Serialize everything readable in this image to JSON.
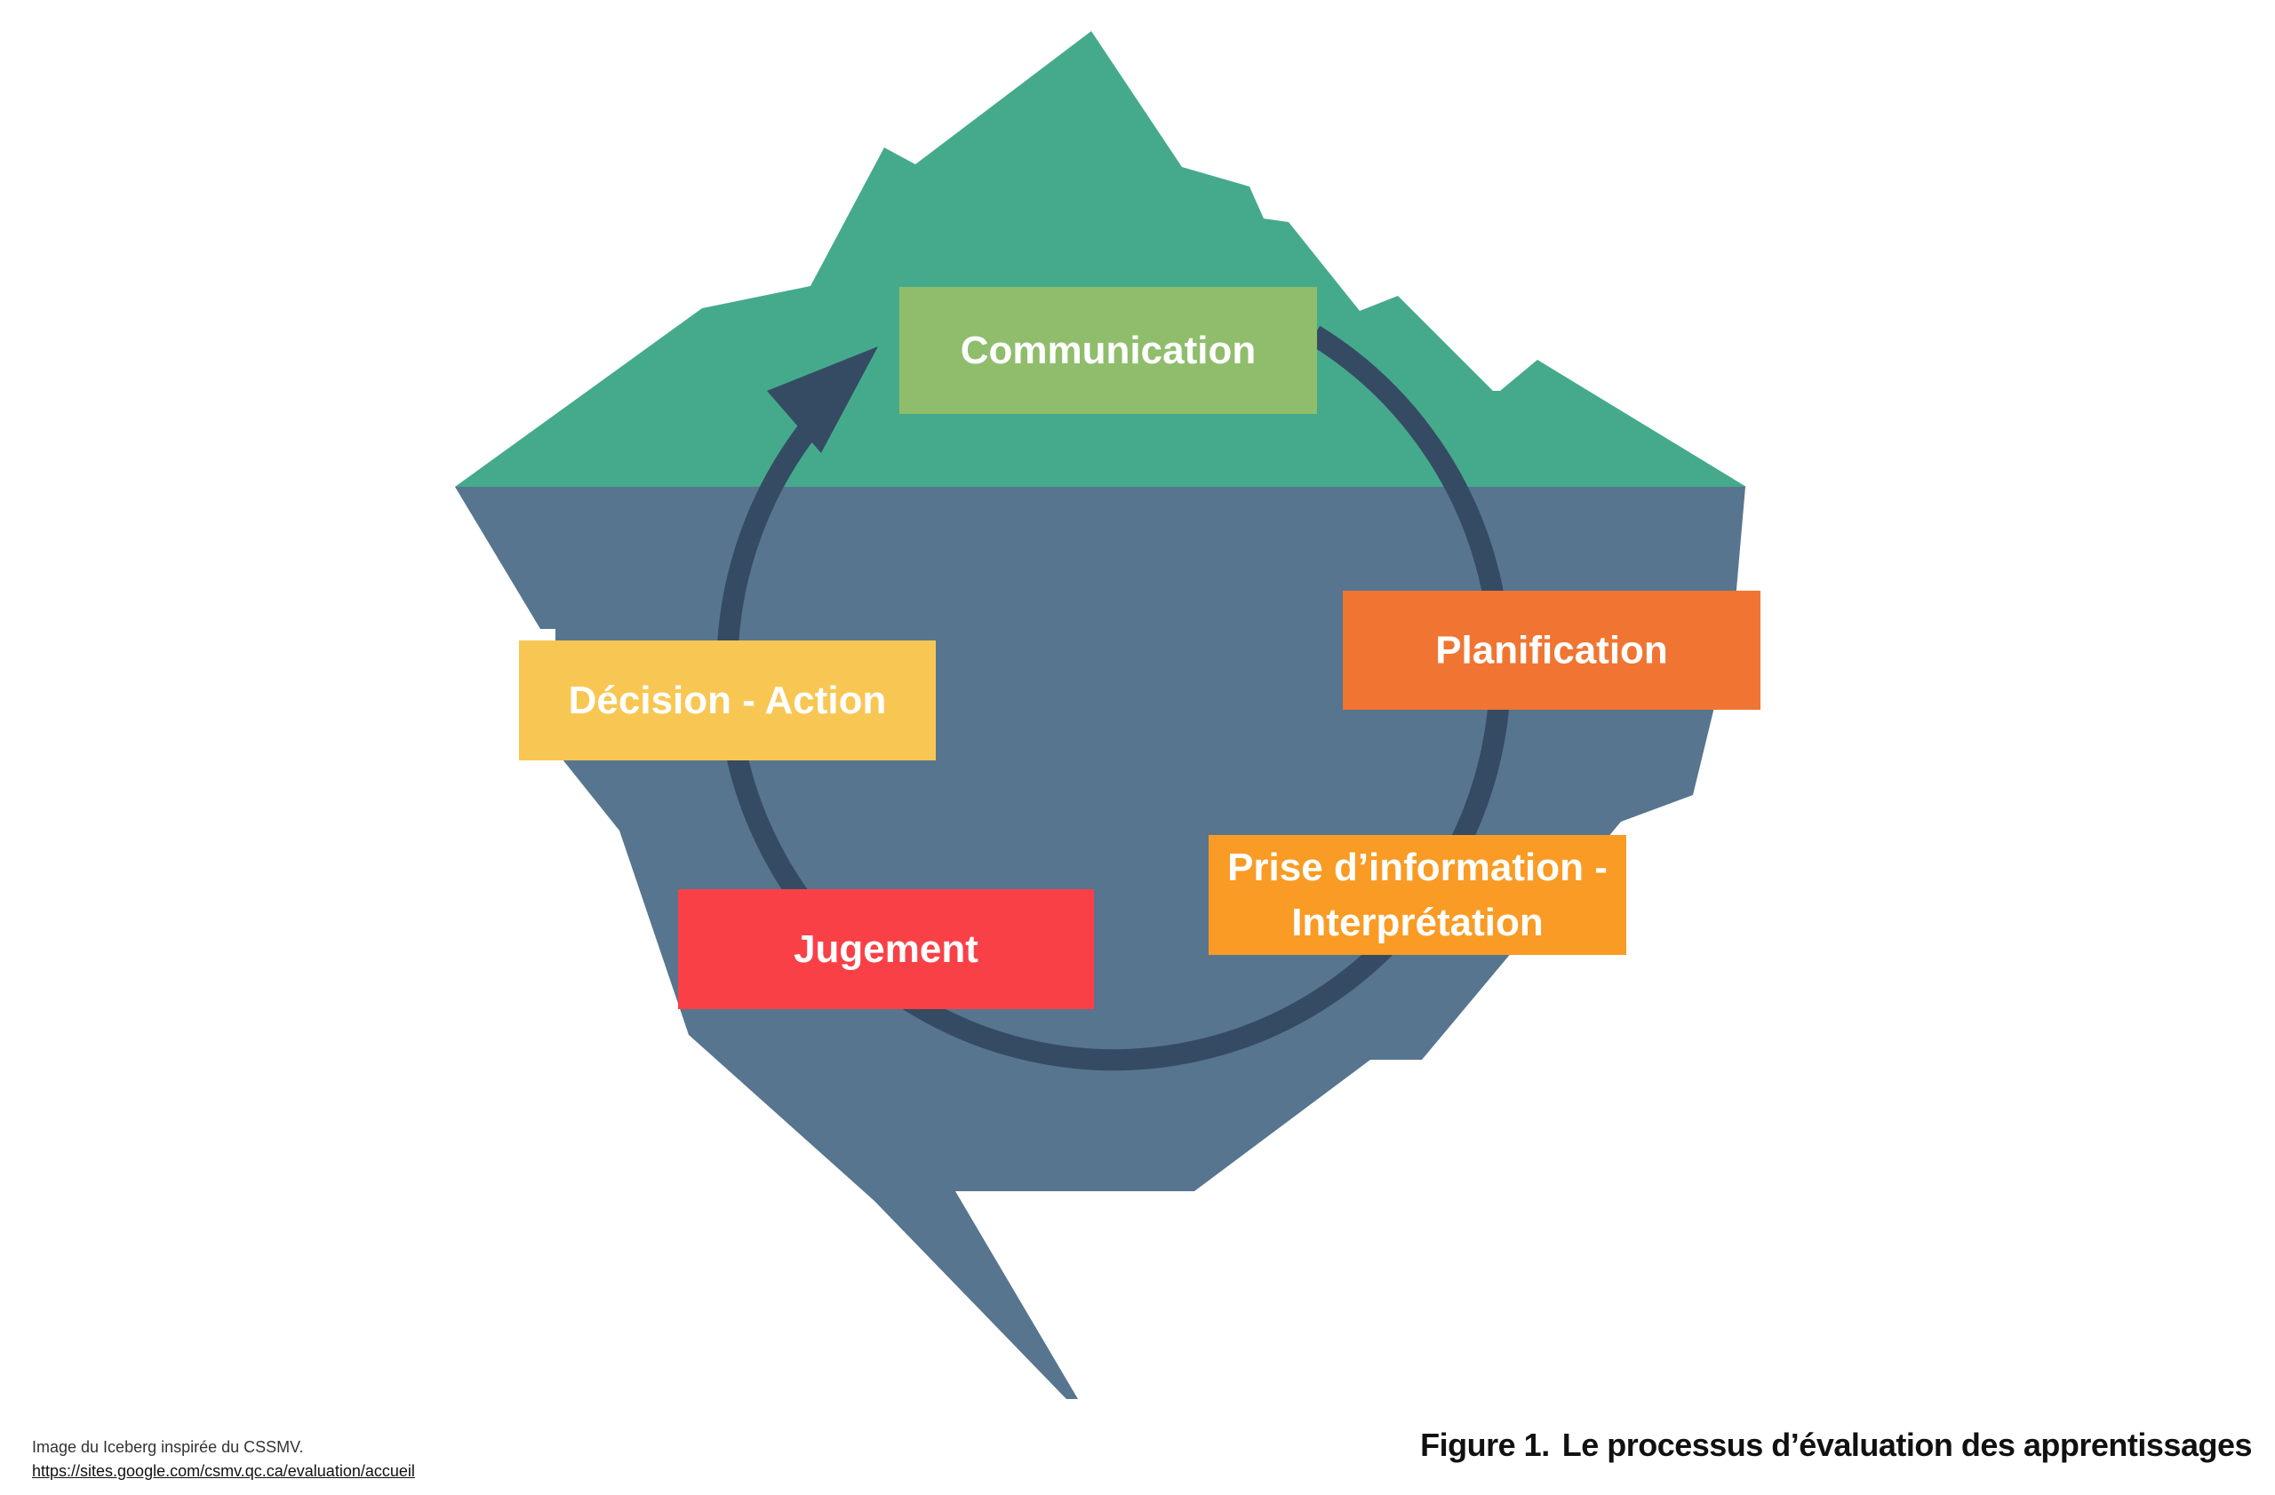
{
  "diagram": {
    "colors": {
      "iceberg_top": "#45AA8C",
      "iceberg_bottom": "#57758F",
      "cycle_arrow": "#354B63",
      "label_text": "#FFFFFF"
    },
    "steps": [
      {
        "id": "communication",
        "lines": [
          "Communication"
        ],
        "color": "#8FBD6C"
      },
      {
        "id": "planification",
        "lines": [
          "Planification"
        ],
        "color": "#F07533"
      },
      {
        "id": "prise-information",
        "lines": [
          "Prise d’information -",
          "Interprétation"
        ],
        "color": "#F99B24"
      },
      {
        "id": "jugement",
        "lines": [
          "Jugement"
        ],
        "color": "#FA4047"
      },
      {
        "id": "decision-action",
        "lines": [
          "Décision - Action"
        ],
        "color": "#F8C753"
      }
    ]
  },
  "credit": {
    "text": "Image du Iceberg inspirée du CSSMV.",
    "url": "https://sites.google.com/csmv.qc.ca/evaluation/accueil"
  },
  "caption": {
    "number": "Figure 1.",
    "title": "Le processus d’évaluation des apprentissages"
  }
}
